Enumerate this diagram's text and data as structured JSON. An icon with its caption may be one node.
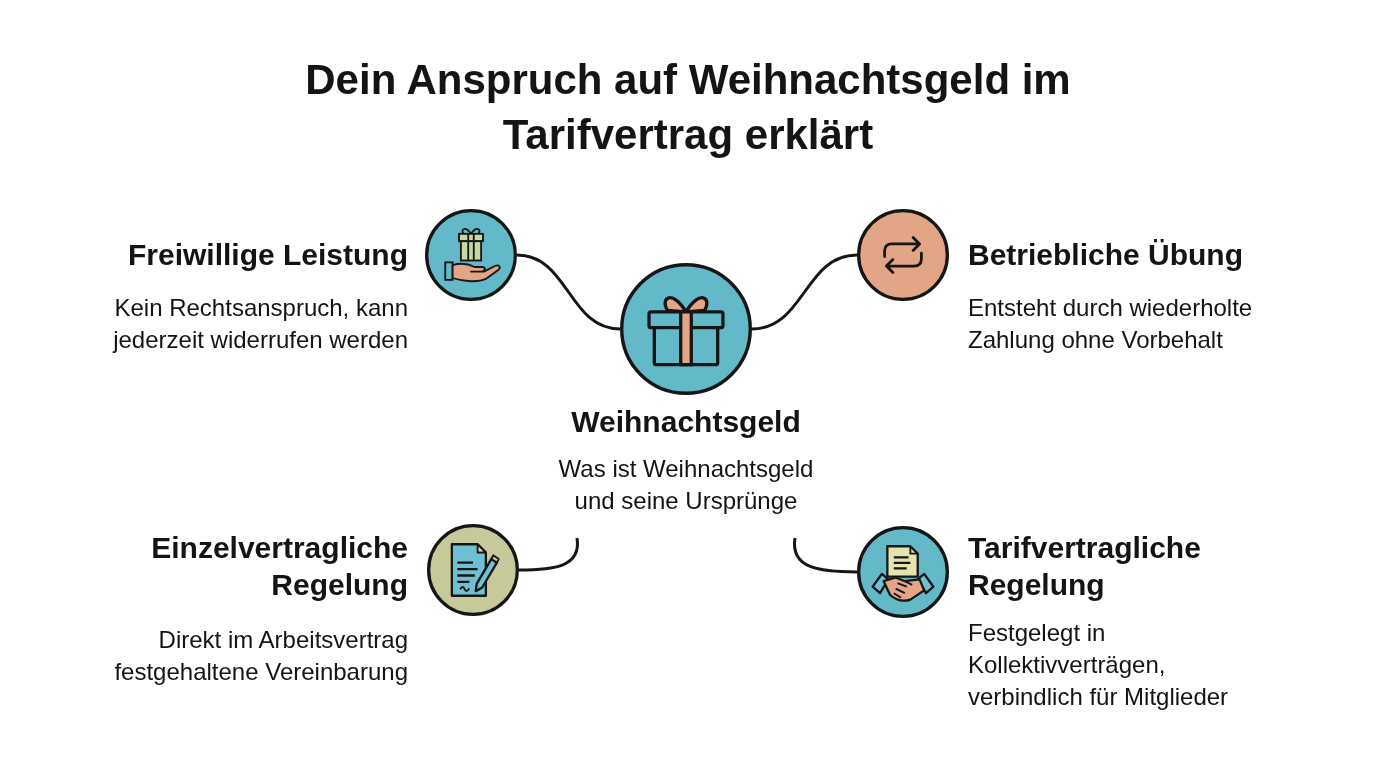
{
  "diagram": {
    "title": "Dein Anspruch auf Weihnachtsgeld im Tarifvertrag erklärt",
    "nodes": [
      {
        "text": [
          "Freiwillige Leistung",
          "Kein Rechtsanspruch, kann jederzeit widerrufen werden"
        ]
      },
      {
        "text": [
          "Weihnachtsgeld",
          "Was ist Weihnachtsgeld und seine Ursprünge"
        ]
      },
      {
        "text": [
          "Betriebliche Übung",
          "Entsteht durch wiederholte Zahlung ohne Vorbehalt"
        ]
      },
      {
        "text": [
          "Einzelvertragliche Regelung",
          "Direkt im Arbeitsvertrag festgehaltene Vereinbarung"
        ]
      },
      {
        "text": [
          "Tarifvertragliche Regelung",
          "Festgelegt in Kollektivverträgen, verbindlich für Mitglieder"
        ]
      }
    ],
    "edges": [
      {
        "from": 1,
        "to": 0,
        "arrow": "none"
      },
      {
        "from": 1,
        "to": 2,
        "arrow": "none"
      },
      {
        "from": 1,
        "to": 3,
        "arrow": "none"
      },
      {
        "from": 1,
        "to": 4,
        "arrow": "none"
      }
    ]
  }
}
